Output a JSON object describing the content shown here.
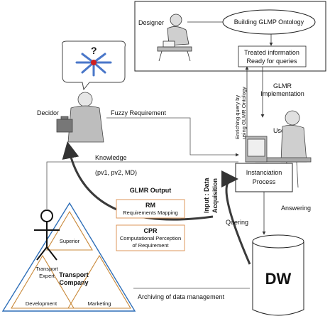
{
  "designer": {
    "label": "Designer"
  },
  "ontology": {
    "label": "Building GLMP Ontology"
  },
  "treated": {
    "line1": "Treated information",
    "line2": "Ready for queries"
  },
  "enriching": {
    "line1": "Enriching query by",
    "line2": "using GLMR Ontology"
  },
  "glmr_impl": {
    "line1": "GLMR",
    "line2": "Implementation"
  },
  "decidor": {
    "label": "Decidor"
  },
  "fuzzy": {
    "label": "Fuzzy Requirement"
  },
  "user": {
    "label": "User"
  },
  "knowledge": {
    "line1": "Knowledge",
    "line2": "(pv1, pv2, MD)"
  },
  "input_data": {
    "line1": "Input : Data",
    "line2": "Acquisition"
  },
  "instanciation": {
    "line1": "Instanciation",
    "line2": "Process"
  },
  "output": {
    "title": "GLMR Output"
  },
  "rm": {
    "title": "RM",
    "subtitle": "Requirements Mapping"
  },
  "cpr": {
    "title": "CPR",
    "line1": "Computational Perception",
    "line2": "of Requirement"
  },
  "answering": {
    "label": "Answering"
  },
  "quering": {
    "label": "Quering"
  },
  "dw": {
    "label": "DW"
  },
  "triangle": {
    "superior": "Superior",
    "transport_expert_1": "Transport",
    "transport_expert_2": "Expert",
    "company_1": "Transport",
    "company_2": "Company",
    "development": "Development",
    "marketing": "Marketing"
  },
  "archiving": {
    "label": "Archiving of data management"
  },
  "colors": {
    "orange": "#d98c4a",
    "arrow": "#3a3a3a",
    "line": "#555555"
  }
}
